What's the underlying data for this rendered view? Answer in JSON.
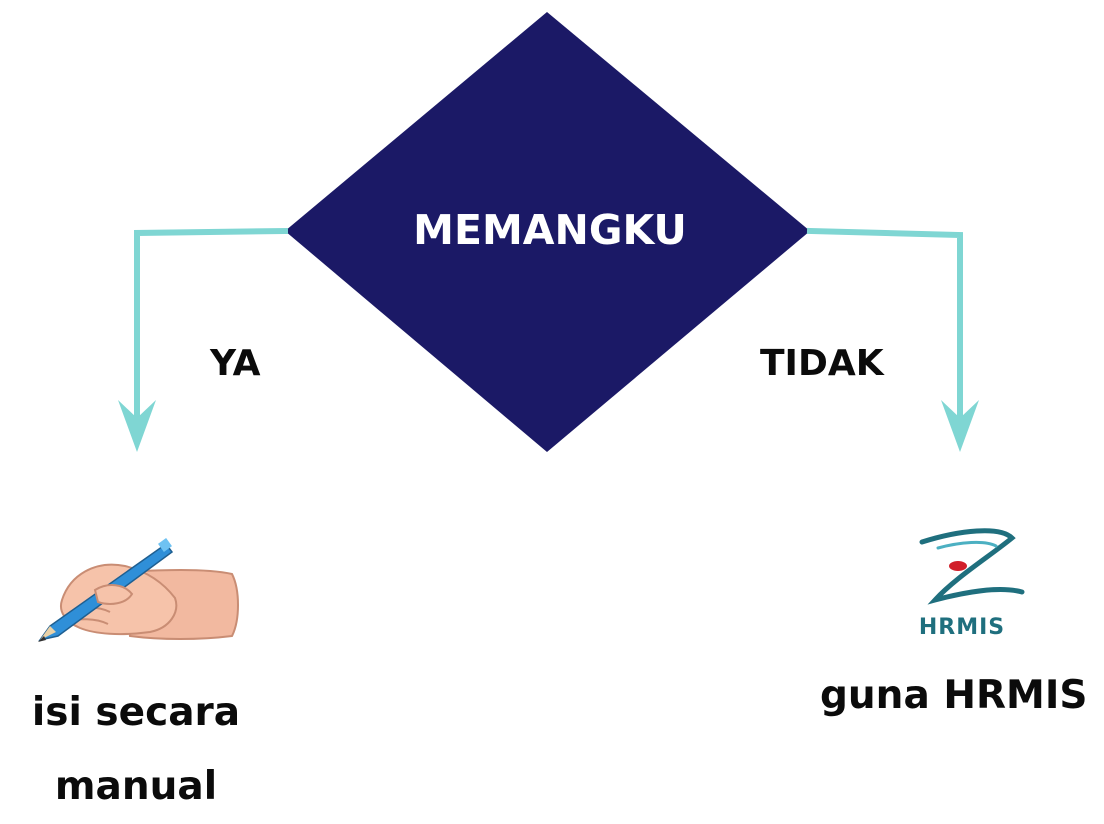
{
  "decision": {
    "label": "MEMANGKU",
    "color": "#1b1966"
  },
  "connector_color": "#7fd6d3",
  "branches": {
    "yes": {
      "label": "YA",
      "outcome": "isi secara manual",
      "icon": "hand-writing-pencil-icon"
    },
    "no": {
      "label": "TIDAK",
      "outcome": "guna HRMIS",
      "icon": "hrmis-logo",
      "logo_text": "HRMIS"
    }
  }
}
